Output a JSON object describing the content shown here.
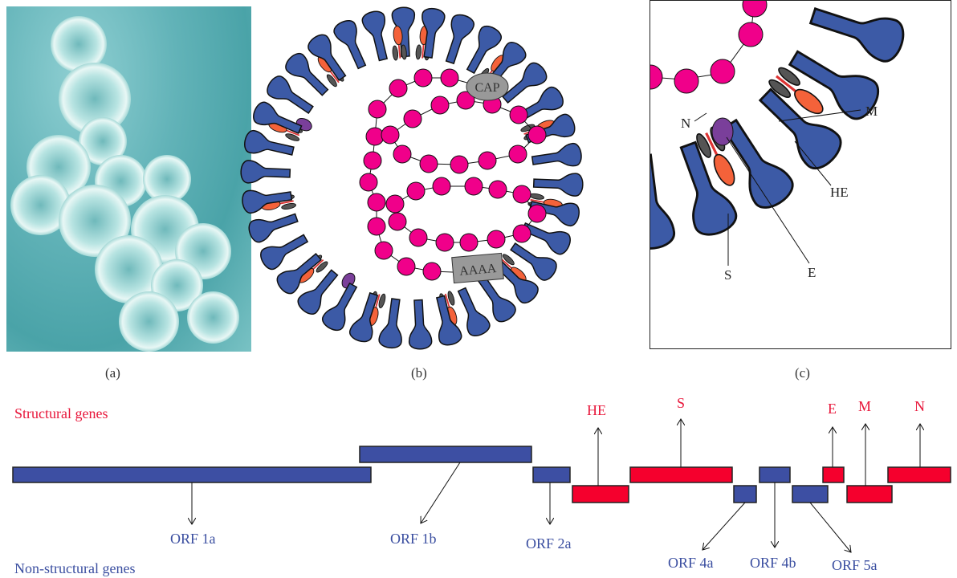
{
  "captions": {
    "a": "(a)",
    "b": "(b)",
    "c": "(c)"
  },
  "virion": {
    "cap_label": "CAP",
    "polya_label": "AAAA"
  },
  "zoom_panel": {
    "labels": {
      "n": "N",
      "m": "M",
      "he": "HE",
      "s": "S",
      "e": "E"
    }
  },
  "genome": {
    "structural_title": "Structural genes",
    "nonstructural_title": "Non-structural genes",
    "structural": [
      {
        "name": "HE"
      },
      {
        "name": "S"
      },
      {
        "name": "E"
      },
      {
        "name": "M"
      },
      {
        "name": "N"
      }
    ],
    "nonstructural": [
      {
        "name": "ORF 1a"
      },
      {
        "name": "ORF 1b"
      },
      {
        "name": "ORF 2a"
      },
      {
        "name": "ORF 4a"
      },
      {
        "name": "ORF 4b"
      },
      {
        "name": "ORF 5a"
      }
    ]
  },
  "colors": {
    "structural": "#f5002d",
    "nonstructural": "#3d4fa3",
    "spike": "#3c5aa6",
    "he": "#f4623a",
    "envelope_e": "#7a3f9a",
    "rna": "#f0008a",
    "membrane_m": "#555555"
  }
}
